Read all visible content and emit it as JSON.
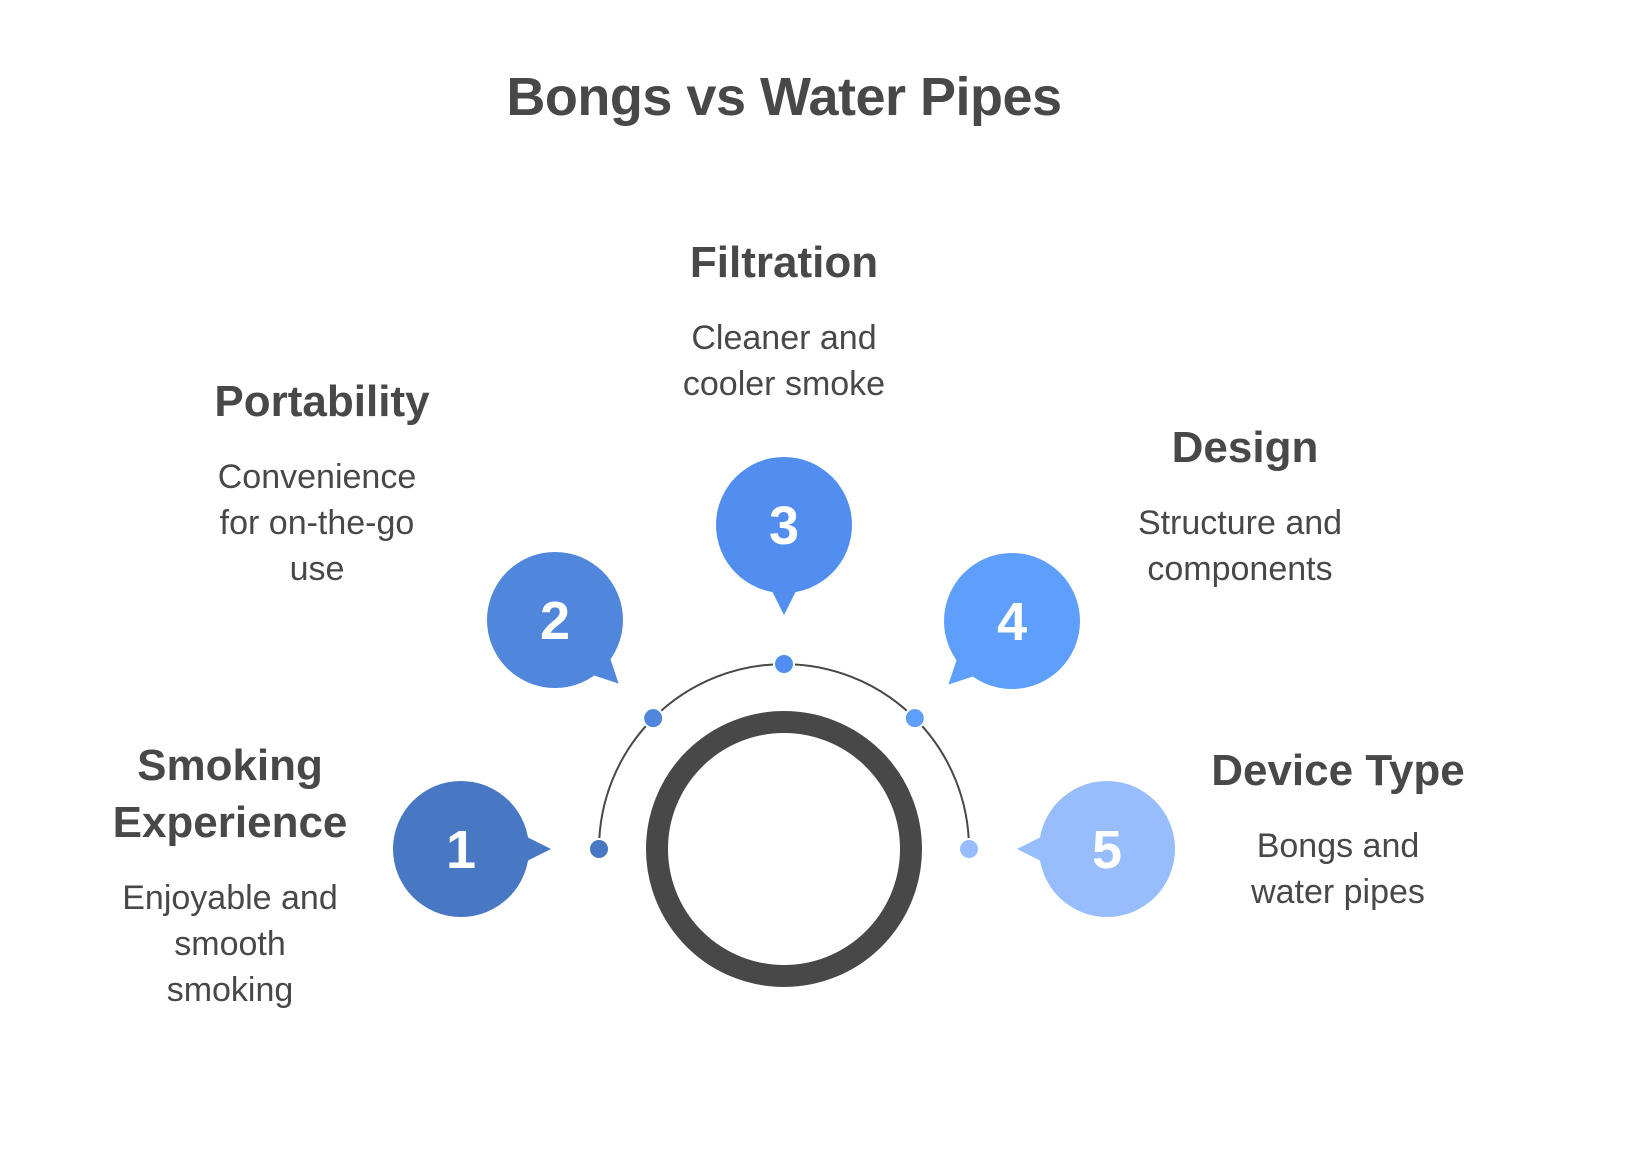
{
  "title": "Bongs vs Water Pipes",
  "colors": {
    "text": "#484848",
    "ring": "#484848",
    "arc": "#484848",
    "number_text": "#ffffff"
  },
  "items": [
    {
      "number": "1",
      "title": "Smoking Experience",
      "title_lines": [
        "Smoking",
        "Experience"
      ],
      "description_lines": [
        "Enjoyable and",
        "smooth",
        "smoking"
      ],
      "color": "#4878c3"
    },
    {
      "number": "2",
      "title": "Portability",
      "title_lines": [
        "Portability"
      ],
      "description_lines": [
        "Convenience",
        "for on-the-go",
        "use"
      ],
      "color": "#5086dc"
    },
    {
      "number": "3",
      "title": "Filtration",
      "title_lines": [
        "Filtration"
      ],
      "description_lines": [
        "Cleaner and",
        "cooler smoke"
      ],
      "color": "#518ef0"
    },
    {
      "number": "4",
      "title": "Design",
      "title_lines": [
        "Design"
      ],
      "description_lines": [
        "Structure and",
        "components"
      ],
      "color": "#5e9efc"
    },
    {
      "number": "5",
      "title": "Device Type",
      "title_lines": [
        "Device Type"
      ],
      "description_lines": [
        "Bongs and",
        "water pipes"
      ],
      "color": "#97bdfd"
    }
  ]
}
